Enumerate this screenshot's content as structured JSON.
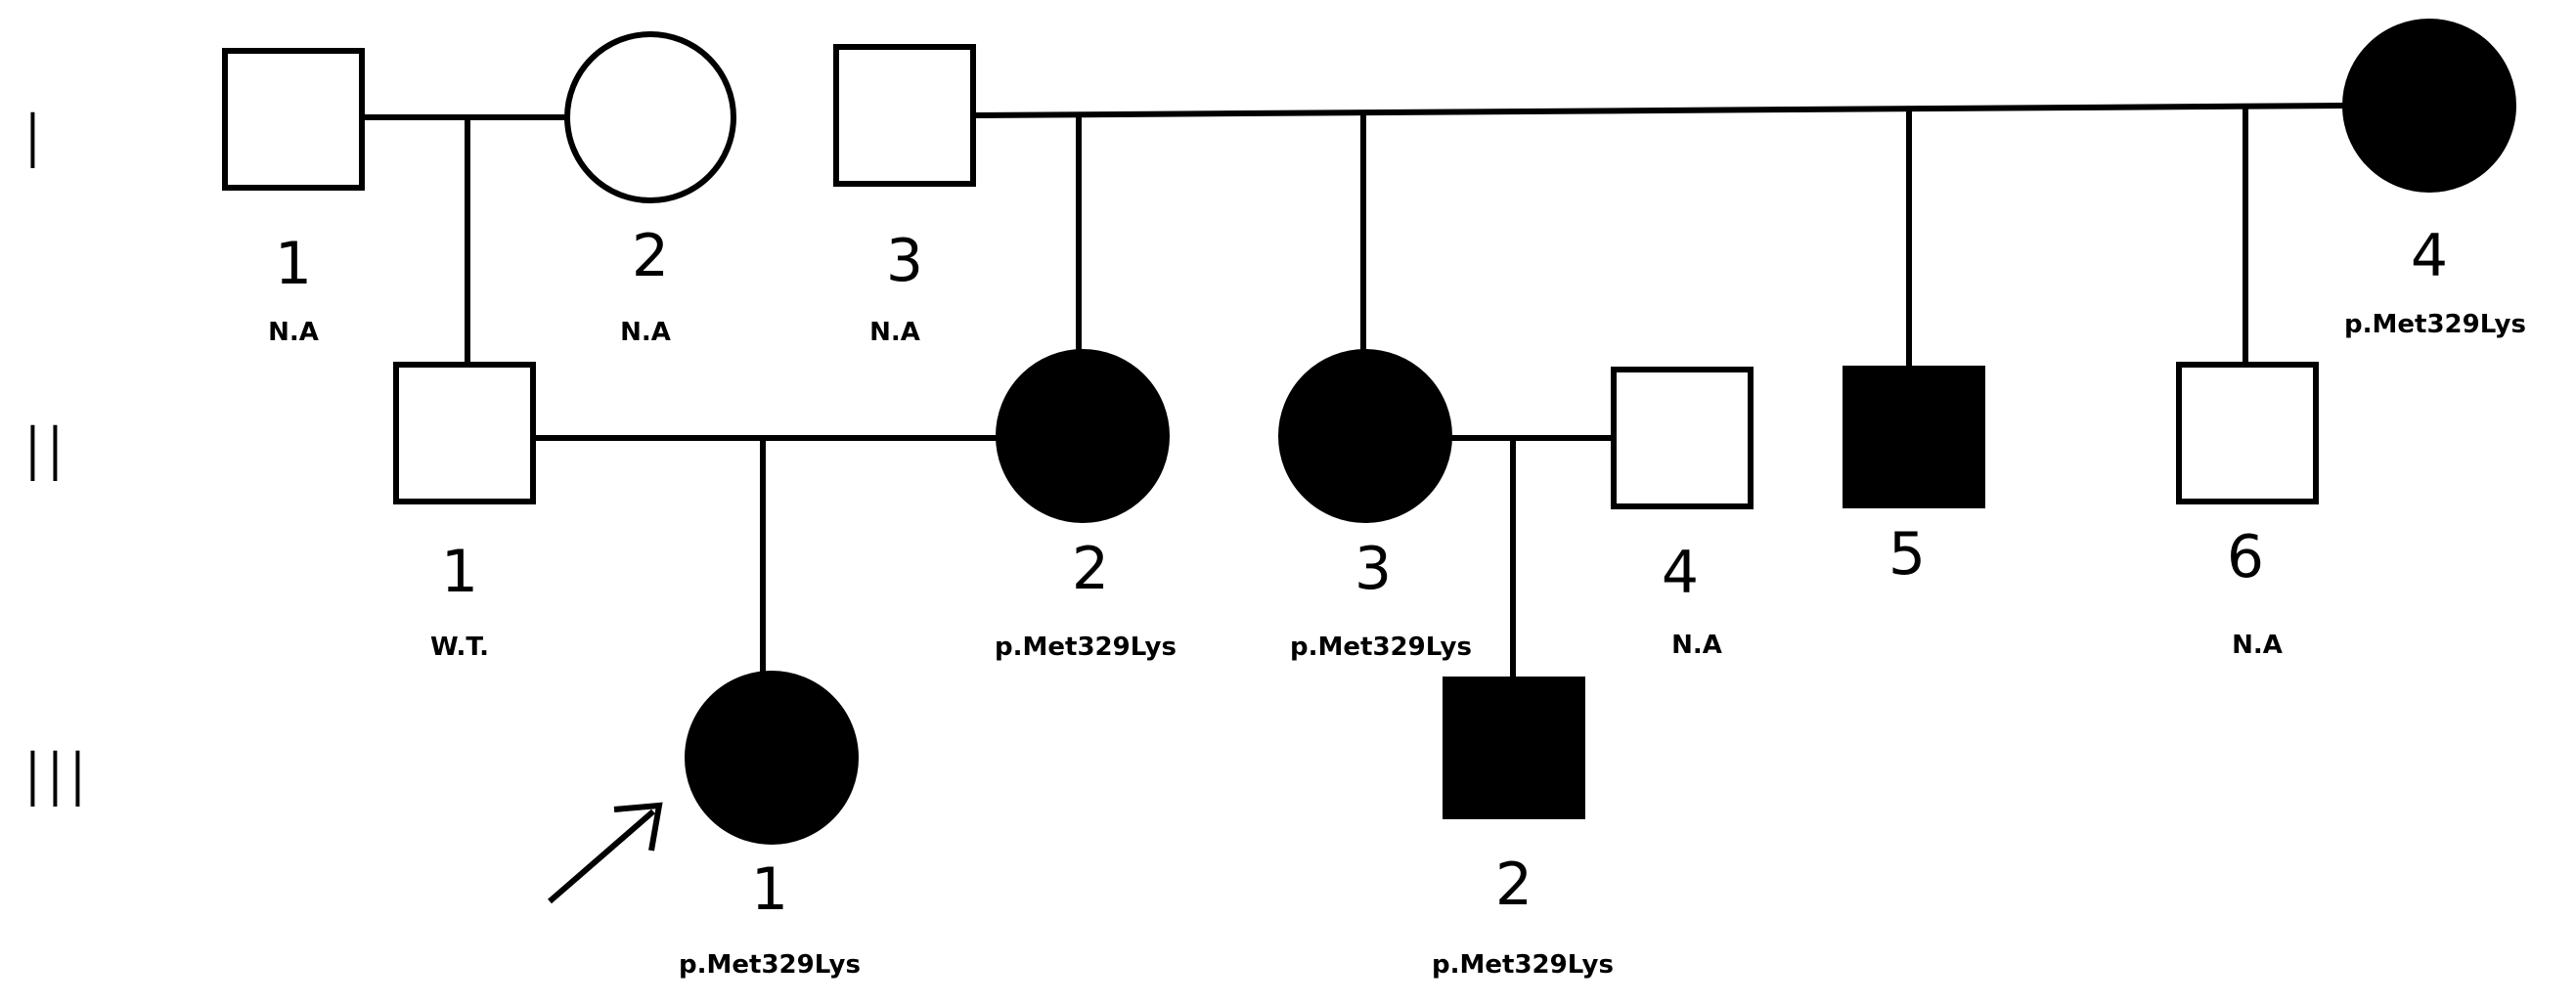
{
  "generations": [
    "I",
    "II",
    "III"
  ],
  "individuals": [
    {
      "id": "I-1",
      "generation": "I",
      "number": "1",
      "sex": "male",
      "affected": false,
      "genotype": "N.A"
    },
    {
      "id": "I-2",
      "generation": "I",
      "number": "2",
      "sex": "female",
      "affected": false,
      "genotype": "N.A"
    },
    {
      "id": "I-3",
      "generation": "I",
      "number": "3",
      "sex": "male",
      "affected": false,
      "genotype": "N.A"
    },
    {
      "id": "I-4",
      "generation": "I",
      "number": "4",
      "sex": "female",
      "affected": true,
      "genotype": "p.Met329Lys"
    },
    {
      "id": "II-1",
      "generation": "II",
      "number": "1",
      "sex": "male",
      "affected": false,
      "genotype": "W.T."
    },
    {
      "id": "II-2",
      "generation": "II",
      "number": "2",
      "sex": "female",
      "affected": true,
      "genotype": "p.Met329Lys"
    },
    {
      "id": "II-3",
      "generation": "II",
      "number": "3",
      "sex": "female",
      "affected": true,
      "genotype": "p.Met329Lys"
    },
    {
      "id": "II-4",
      "generation": "II",
      "number": "4",
      "sex": "male",
      "affected": false,
      "genotype": "N.A"
    },
    {
      "id": "II-5",
      "generation": "II",
      "number": "5",
      "sex": "male",
      "affected": true,
      "genotype": ""
    },
    {
      "id": "II-6",
      "generation": "II",
      "number": "6",
      "sex": "male",
      "affected": false,
      "genotype": "N.A"
    },
    {
      "id": "III-1",
      "generation": "III",
      "number": "1",
      "sex": "female",
      "affected": true,
      "genotype": "p.Met329Lys",
      "proband": true
    },
    {
      "id": "III-2",
      "generation": "III",
      "number": "2",
      "sex": "male",
      "affected": true,
      "genotype": "p.Met329Lys"
    }
  ],
  "couples": [
    {
      "partners": [
        "I-1",
        "I-2"
      ],
      "children": [
        "II-1"
      ]
    },
    {
      "partners": [
        "I-3",
        "I-4"
      ],
      "children": [
        "II-2",
        "II-3",
        "II-5",
        "II-6"
      ]
    },
    {
      "partners": [
        "II-1",
        "II-2"
      ],
      "children": [
        "III-1"
      ]
    },
    {
      "partners": [
        "II-3",
        "II-4"
      ],
      "children": [
        "III-2"
      ]
    }
  ],
  "colors": {
    "affected": "#000000",
    "unaffected": "#ffffff",
    "stroke": "#000000"
  }
}
